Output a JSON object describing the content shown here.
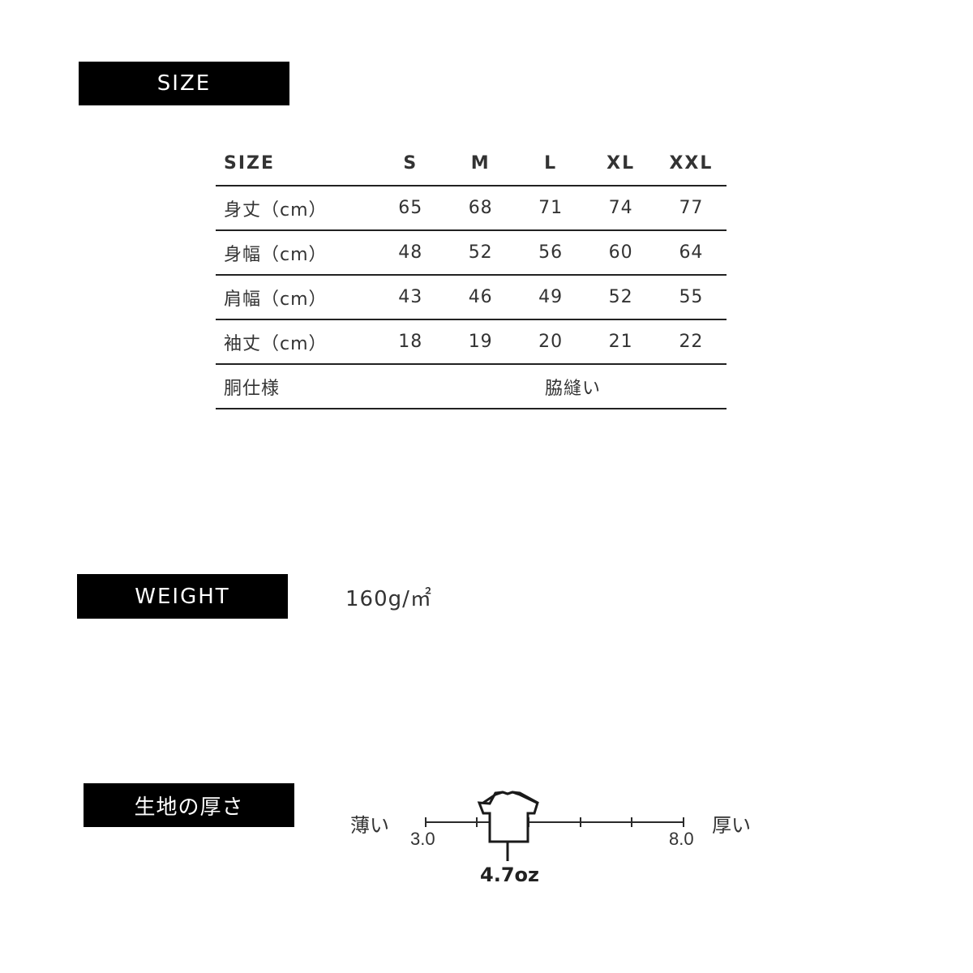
{
  "size_section": {
    "label": "SIZE",
    "table": {
      "header": {
        "label": "SIZE",
        "sizes": [
          "S",
          "M",
          "L",
          "XL",
          "XXL"
        ]
      },
      "rows": [
        {
          "label": "身丈（cm）",
          "values": [
            "65",
            "68",
            "71",
            "74",
            "77"
          ]
        },
        {
          "label": "身幅（cm）",
          "values": [
            "48",
            "52",
            "56",
            "60",
            "64"
          ]
        },
        {
          "label": "肩幅（cm）",
          "values": [
            "43",
            "46",
            "49",
            "52",
            "55"
          ]
        },
        {
          "label": "袖丈（cm）",
          "values": [
            "18",
            "19",
            "20",
            "21",
            "22"
          ]
        }
      ],
      "spec_row": {
        "label": "胴仕様",
        "value": "脇縫い"
      }
    }
  },
  "weight_section": {
    "label": "WEIGHT",
    "value": "160g/㎡"
  },
  "thickness_section": {
    "label": "生地の厚さ",
    "scale": {
      "thin_label": "薄い",
      "thick_label": "厚い",
      "min": "3.0",
      "max": "8.0",
      "value": "4.7oz",
      "indicator_icon": "t-shirt-icon"
    }
  }
}
